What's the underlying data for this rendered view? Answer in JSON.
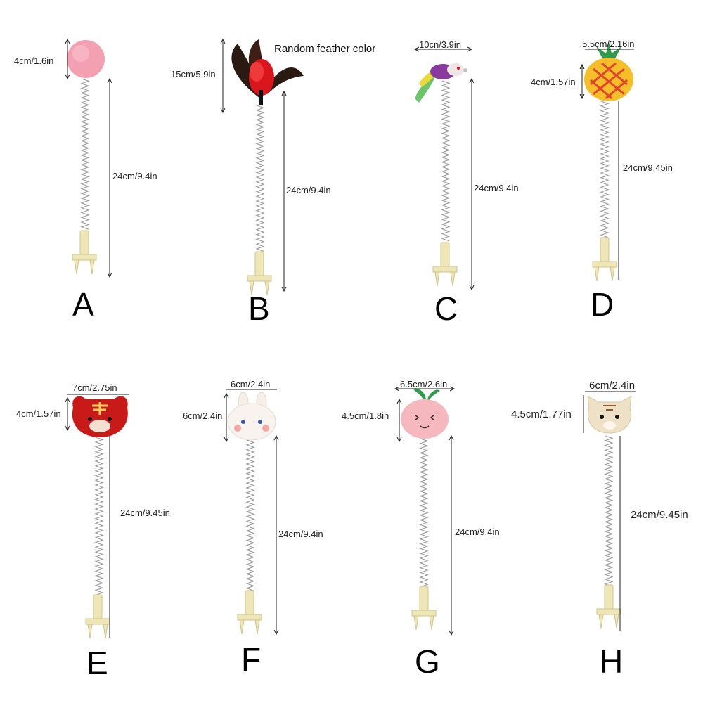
{
  "note": "Random feather color",
  "items": [
    {
      "letter": "A",
      "dims": [
        "4cm/1.6in",
        "24cm/9.4in"
      ],
      "toy": "pink-pompom"
    },
    {
      "letter": "B",
      "dims": [
        "15cm/5.9in",
        "24cm/9.4in"
      ],
      "toy": "feather"
    },
    {
      "letter": "C",
      "dims": [
        "10cn/3.9in",
        "24cm/9.4in"
      ],
      "toy": "mouse"
    },
    {
      "letter": "D",
      "dims": [
        "5.5cm/2.16in",
        "4cm/1.57in",
        "24cm/9.45in"
      ],
      "toy": "pineapple"
    },
    {
      "letter": "E",
      "dims": [
        "7cm/2.75in",
        "4cm/1.57in",
        "24cm/9.45in"
      ],
      "toy": "red-tiger"
    },
    {
      "letter": "F",
      "dims": [
        "6cm/2.4in",
        "6cm/2.4in",
        "24cm/9.4in"
      ],
      "toy": "bunny"
    },
    {
      "letter": "G",
      "dims": [
        "6.5cm/2.6in",
        "4.5cm/1.8in",
        "24cm/9.4in"
      ],
      "toy": "peach"
    },
    {
      "letter": "H",
      "dims": [
        "6cm/2.4in",
        "4.5cm/1.77in",
        "24cm/9.45in"
      ],
      "toy": "beige-cat"
    }
  ]
}
